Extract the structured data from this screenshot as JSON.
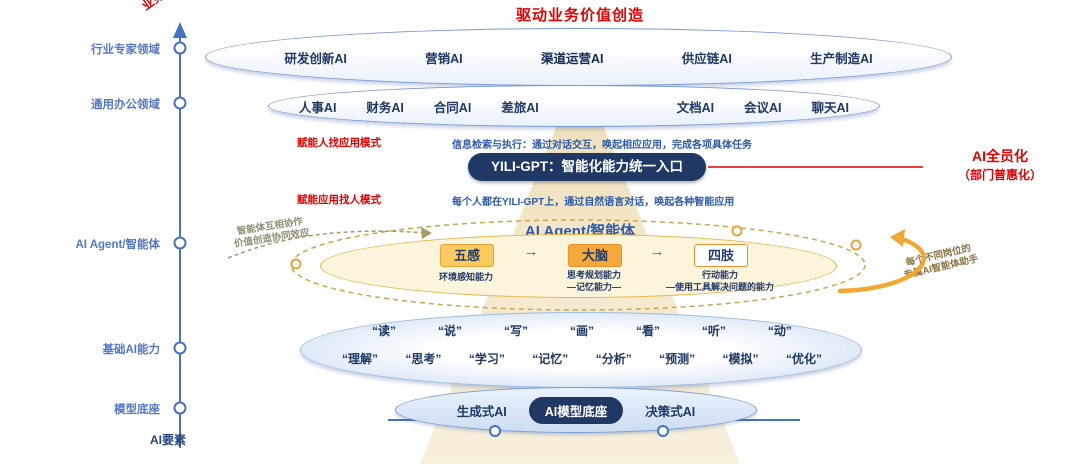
{
  "axis": {
    "top_label": "业务价值",
    "bottom_label": "AI要素",
    "levels": [
      {
        "label": "行业专家领域"
      },
      {
        "label": "通用办公领域"
      },
      {
        "label": "AI Agent/智能体"
      },
      {
        "label": "基础AI能力"
      },
      {
        "label": "模型底座"
      }
    ]
  },
  "title": "驱动业务价值创造",
  "layer1": {
    "items": [
      "研发创新AI",
      "营销AI",
      "渠道运营AI",
      "供应链AI",
      "生产制造AI"
    ]
  },
  "layer2": {
    "items": [
      "人事AI",
      "财务AI",
      "合同AI",
      "差旅AI",
      "文档AI",
      "会议AI",
      "聊天AI"
    ]
  },
  "gpt": {
    "label1": "赋能人找应用模式",
    "desc1": "信息检索与执行：通过对话交互，唤起相应应用，完成各项具体任务",
    "pill": "YILI-GPT：智能化能力统一入口",
    "label2": "赋能应用找人模式",
    "desc2": "每个人都在YILI-GPT上，通过自然语言对话，唤起各种智能应用",
    "right_title": "AI全员化",
    "right_sub": "（部门普惠化）"
  },
  "agent": {
    "title": "AI Agent/智能体",
    "arrow": "→",
    "left_note_1": "智能体互相协作",
    "left_note_2": "价值创造协同效应",
    "right_note_1": "每个不同岗位的",
    "right_note_2": "专属AI智能体助手",
    "boxes": [
      {
        "name": "五感",
        "desc1": "环境感知能力"
      },
      {
        "name": "大脑",
        "desc1": "思考规划能力",
        "desc2": "—记忆能力—"
      },
      {
        "name": "四肢",
        "desc1": "行动能力",
        "desc2": "—使用工具解决问题的能力"
      }
    ]
  },
  "abilities": {
    "row1": [
      "“读”",
      "“说”",
      "“写”",
      "“画”",
      "“看”",
      "“听”",
      "“动”"
    ],
    "row2": [
      "“理解”",
      "“思考”",
      "“学习”",
      "“记忆”",
      "“分析”",
      "“预测”",
      "“模拟”",
      "“优化”"
    ]
  },
  "base": {
    "left": "生成式AI",
    "pill": "AI模型底座",
    "right": "决策式AI"
  }
}
